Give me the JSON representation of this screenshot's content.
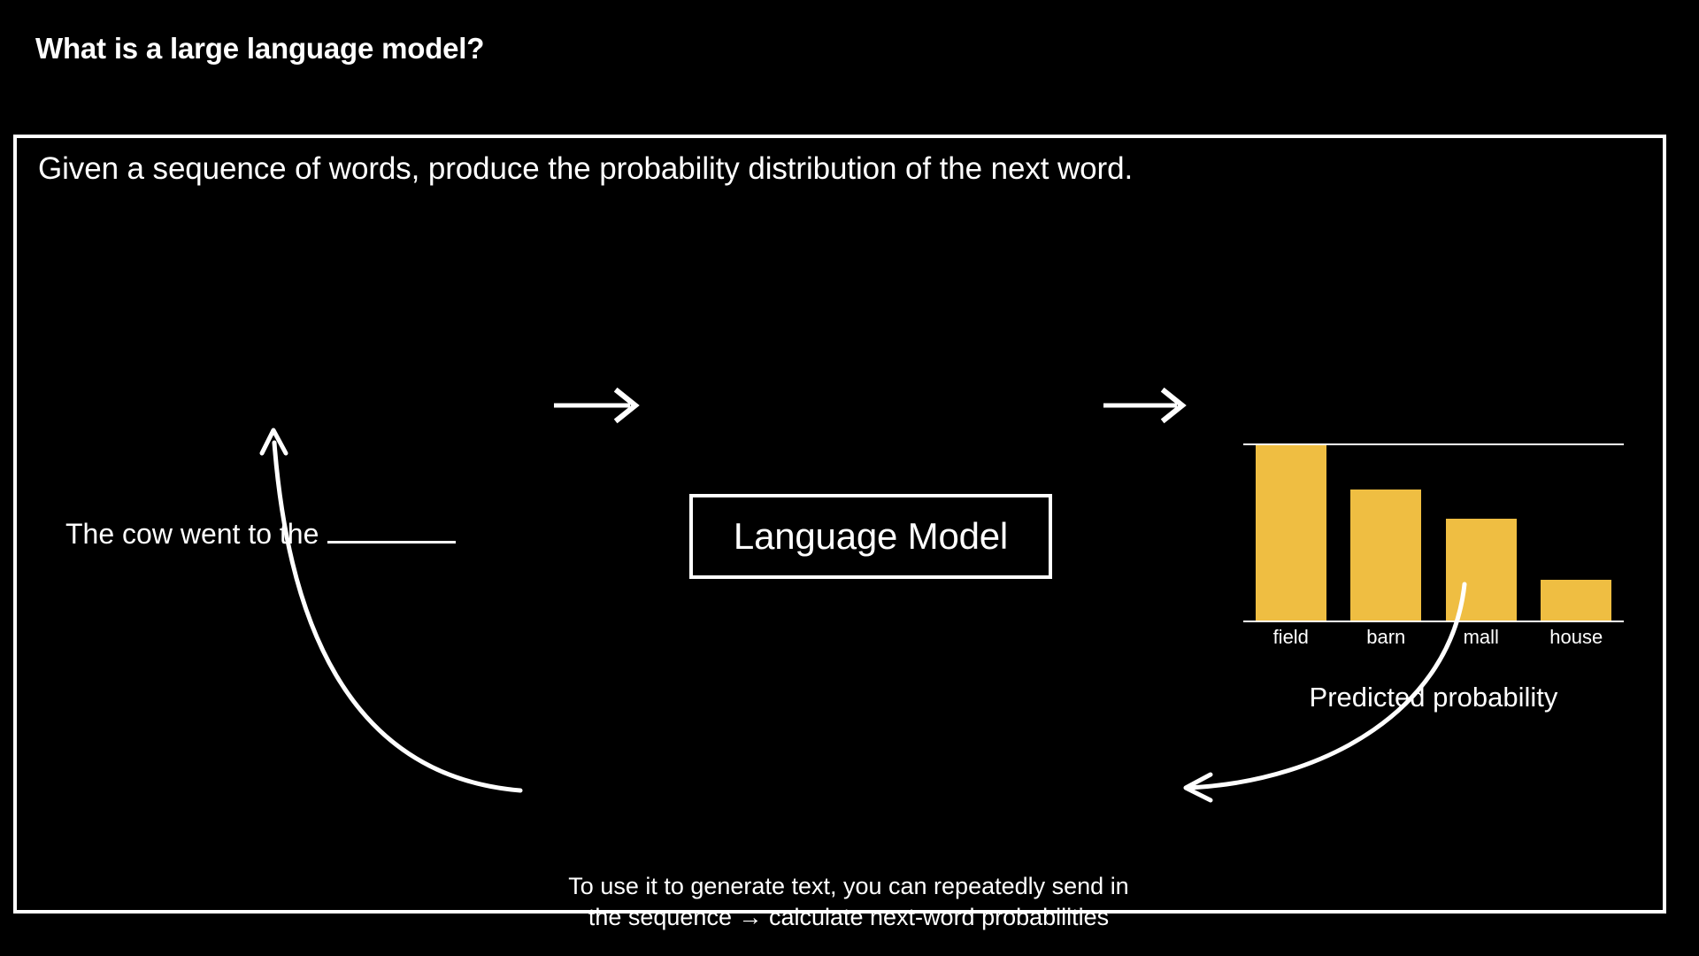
{
  "slide": {
    "title": "What is a large language model?",
    "lead": "Given a sequence of words, produce the probability distribution of the next word.",
    "background_color": "#000000",
    "foreground_color": "#ffffff",
    "accent_color": "#efbe42"
  },
  "diagram": {
    "prompt": {
      "text": "The cow went to the",
      "blank_label": "______"
    },
    "model_box": {
      "label": "Language Model"
    },
    "arrow_input_to_model": "arrow-right-icon",
    "arrow_model_to_chart": "arrow-right-icon",
    "feedback_arrow_left": "curved-arrow-up-icon",
    "feedback_arrow_right": "curved-arrow-left-icon",
    "chart_caption": "Predicted probability",
    "bottom_note_line1": "To use it to generate text, you can repeatedly send in",
    "bottom_note_line2": "the sequence → calculate next-word probabilities"
  },
  "chart_data": {
    "type": "bar",
    "title": "Predicted probability",
    "categories": [
      "field",
      "barn",
      "mall",
      "house"
    ],
    "values": [
      1.0,
      0.75,
      0.58,
      0.23
    ],
    "values_pct": [
      "100%",
      "75%",
      "58%",
      "23%"
    ],
    "xlabel": "",
    "ylabel": "",
    "ylim": [
      0,
      1.0
    ],
    "grid": false,
    "legend": "none",
    "bar_color": "#efbe42",
    "axis_color": "#ffffff"
  }
}
